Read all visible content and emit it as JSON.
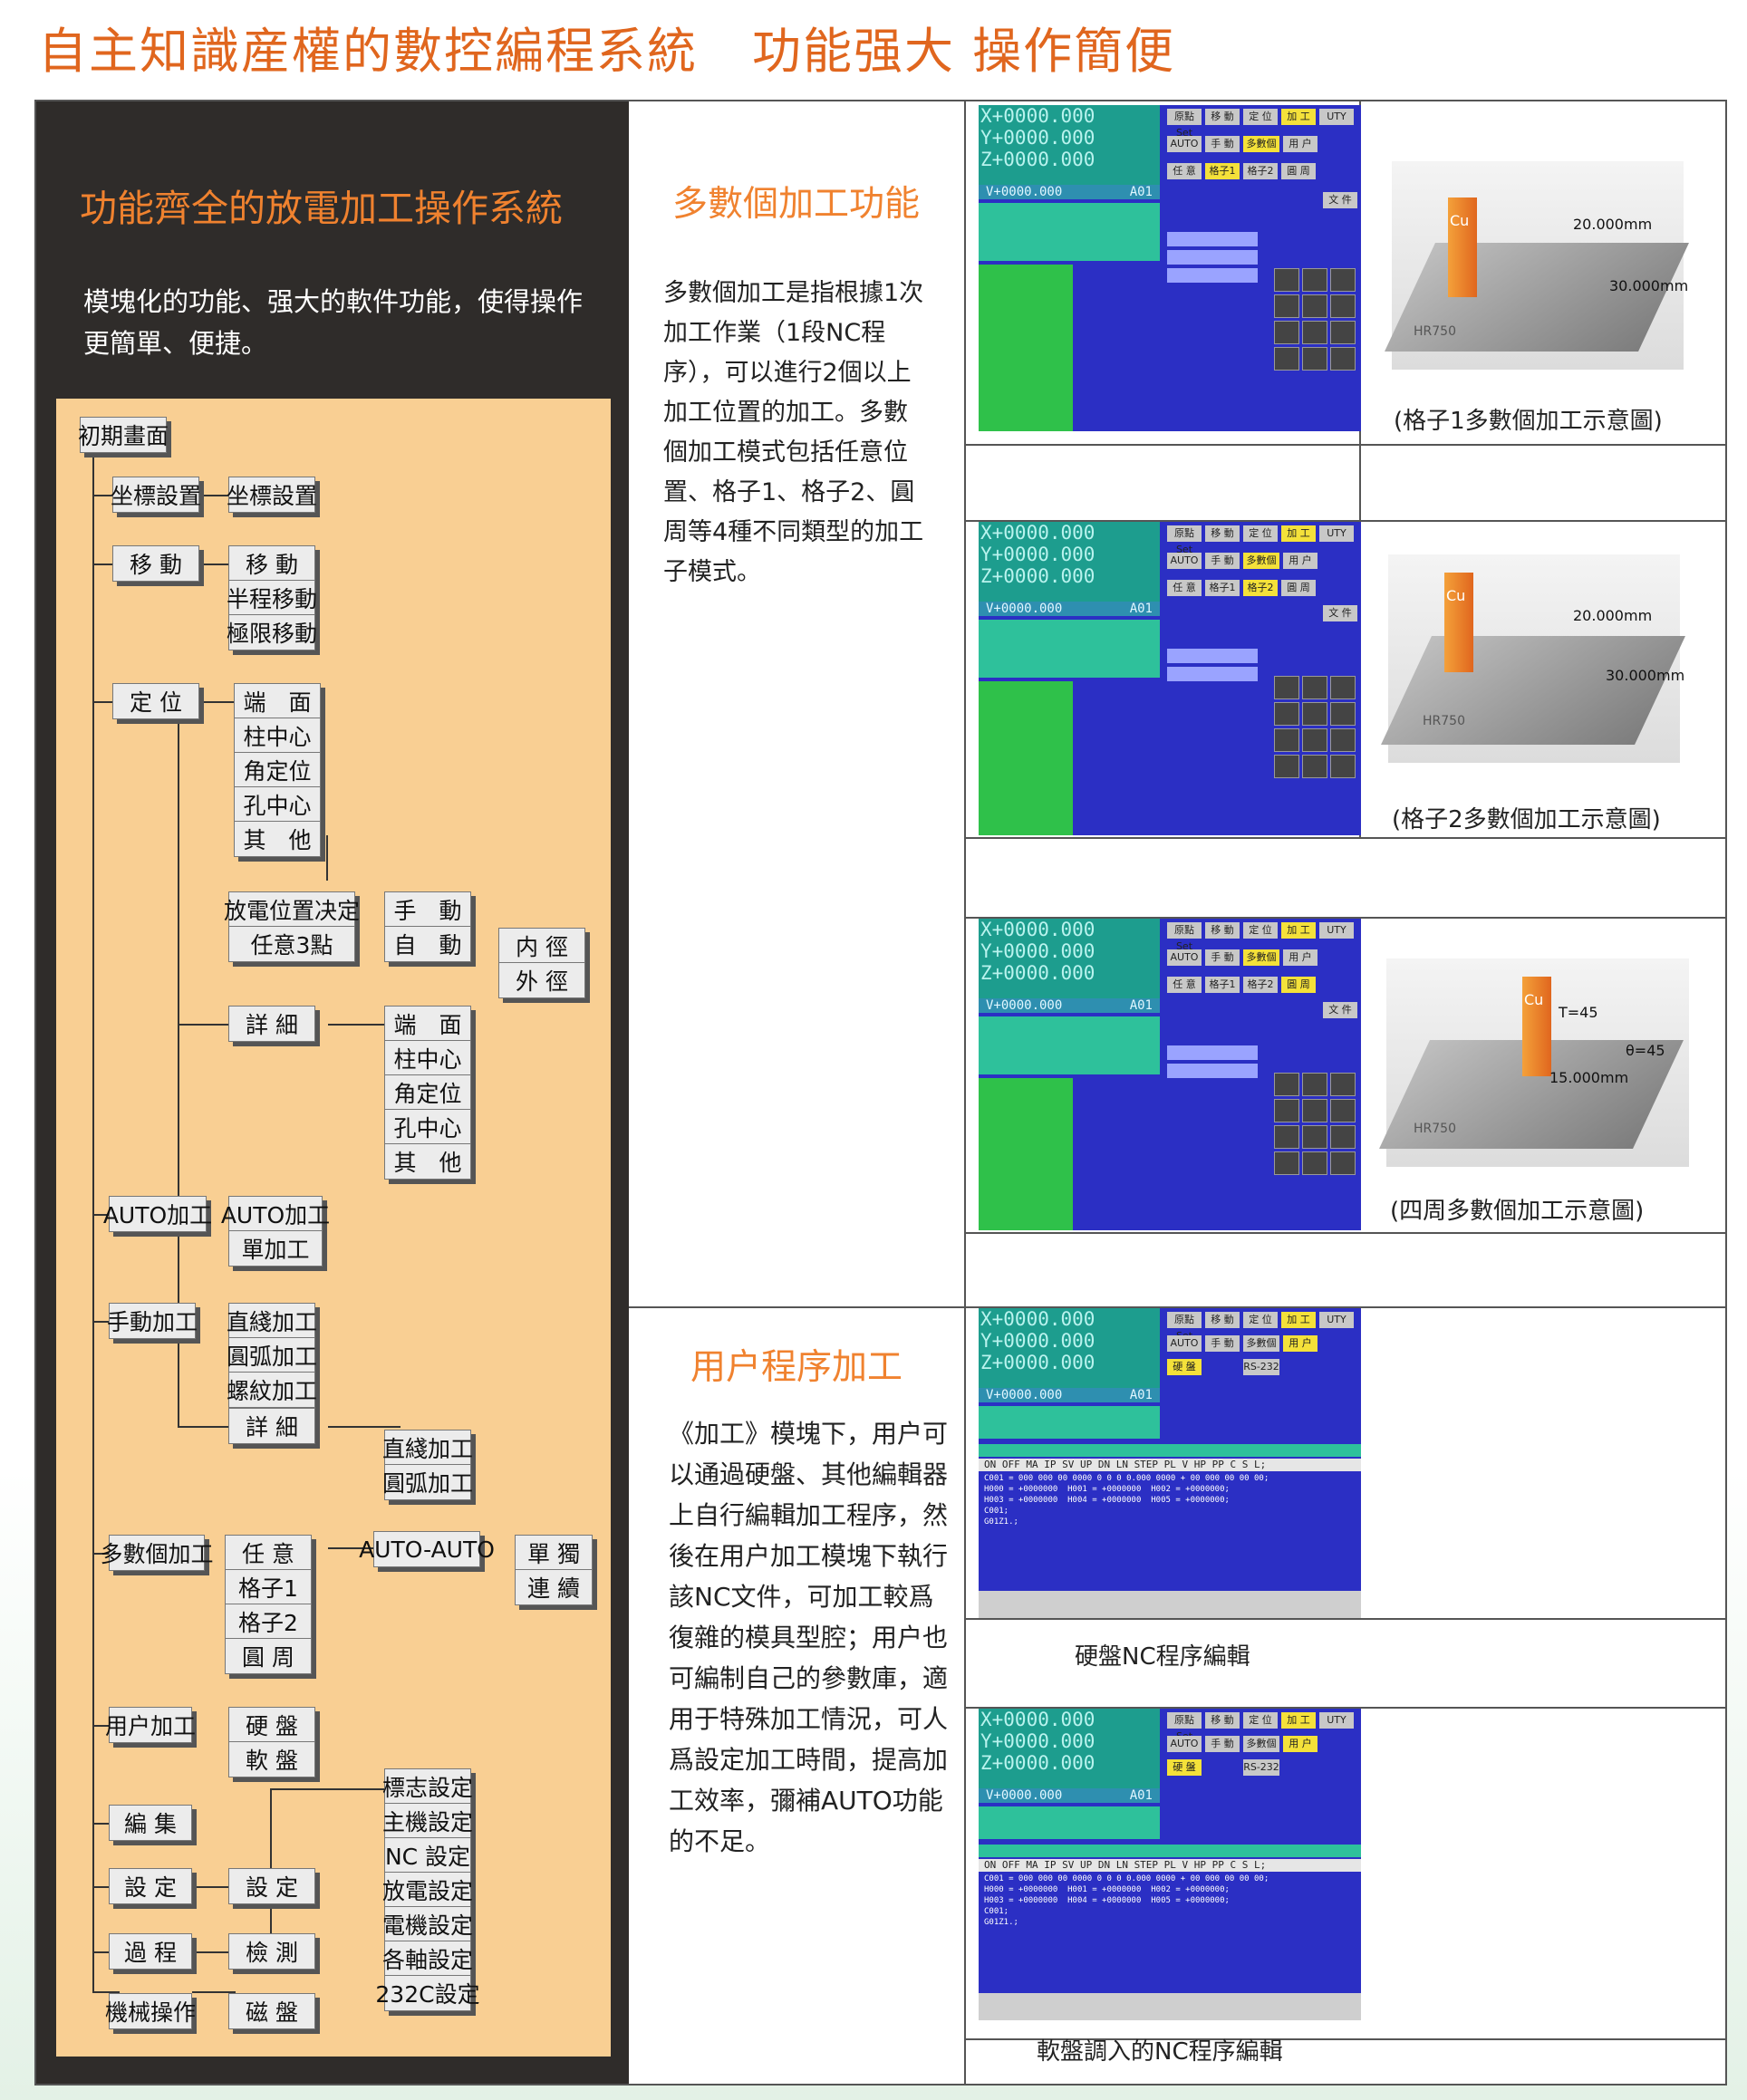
{
  "header": {
    "title_main": "自主知識産權的數控編程系統",
    "title_tag": "功能强大 操作簡便"
  },
  "left": {
    "heading": "功能齊全的放電加工操作系統",
    "desc": "模塊化的功能、强大的軟件功能，使得操作更簡單、便捷。"
  },
  "tree": {
    "root": "初期畫面",
    "coord": "坐標設置",
    "coord_sub": "坐標設置",
    "move": "移 動",
    "move_sub": [
      "移 動",
      "半程移動",
      "極限移動"
    ],
    "locate": "定 位",
    "locate_sub": [
      "端　面",
      "柱中心",
      "角定位",
      "孔中心",
      "其　他"
    ],
    "edm": [
      "放電位置决定",
      "任意3點"
    ],
    "hand": [
      "手　動",
      "自　動"
    ],
    "inout": [
      "内 徑",
      "外 徑"
    ],
    "detail": "詳 細",
    "detail_sub": [
      "端　面",
      "柱中心",
      "角定位",
      "孔中心",
      "其　他"
    ],
    "auto": "AUTO加工",
    "auto_sub": [
      "AUTO加工",
      "單加工"
    ],
    "manual": "手動加工",
    "manual_sub": [
      "直綫加工",
      "圓弧加工",
      "螺紋加工"
    ],
    "detail2": "詳 細",
    "detail2_sub": [
      "直綫加工",
      "圓弧加工"
    ],
    "multi": "多數個加工",
    "multi_sub": [
      "任 意",
      "格子1",
      "格子2",
      "圓 周"
    ],
    "autoauto": "AUTO-AUTO",
    "single": [
      "單 獨",
      "連 續"
    ],
    "user": "用户加工",
    "user_sub": [
      "硬 盤",
      "軟 盤"
    ],
    "edit": "編 集",
    "setting": "設 定",
    "setting_sub": "設 定",
    "setting_list": [
      "標志設定",
      "主機設定",
      "NC 設定",
      "放電設定",
      "電機設定",
      "各軸設定",
      "232C設定"
    ],
    "process": "過 程",
    "process_sub": "檢 測",
    "machine": "機械操作",
    "machine_sub": "磁 盤"
  },
  "middle": {
    "h1": "多數個加工功能",
    "t1": "多數個加工是指根據1次加工作業（1段NC程序），可以進行2個以上加工位置的加工。多數個加工模式包括任意位置、格子1、格子2、圓周等4種不同類型的加工子模式。",
    "h2": "用户程序加工",
    "t2": "《加工》模塊下，用户可以通過硬盤、其他編輯器上自行編輯加工程序，然後在用户加工模塊下執行該NC文件，可加工較爲復雜的模具型腔；用户也可編制自己的參數庫，適用于特殊加工情況，可人爲設定加工時間，提高加工效率，彌補AUTO功能的不足。"
  },
  "screens": {
    "coord": "X+0000.000\nY+0000.000\nZ+0000.000",
    "v": "V+0000.000",
    "a": "A01",
    "tabs": [
      "原點Set",
      "移 動",
      "定 位",
      "加 工",
      "UTY"
    ],
    "tabs2": [
      "AUTO",
      "手 動",
      "多數個",
      "用 户"
    ],
    "tabs3": [
      "任 意",
      "格子1",
      "格子2",
      "圓 周"
    ],
    "file": "文 件",
    "edit_head": "硬 盤",
    "rs": "RS-232",
    "edit_line": "ON OFF MA IP SV UP DN LN STEP PL V HP PP C S L;",
    "edit_code": "C001 = 000 000 00 0000 0 0 0 0.000 0000 + 00 000 00 00 00;\nH000 = +0000000  H001 = +0000000  H002 = +0000000;\nH003 = +0000000  H004 = +0000000  H005 = +0000000;\nC001;\nG01Z1.;"
  },
  "captions": {
    "c1": "(格子1多數個加工示意圖)",
    "c2": "(格子2多數個加工示意圖)",
    "c3": "(四周多數個加工示意圖)",
    "c4": "硬盤NC程序編輯",
    "c5": "軟盤調入的NC程序編輯"
  },
  "illus": {
    "cu": "Cu",
    "d1": "20.000mm",
    "d2": "30.000mm",
    "hr": "HR750",
    "t": "T=45",
    "th": "θ=45",
    "r": "15.000mm"
  }
}
